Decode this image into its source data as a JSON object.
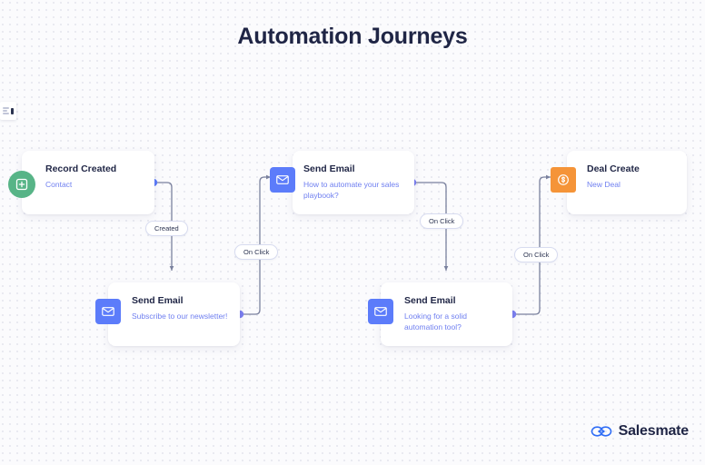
{
  "page": {
    "title": "Automation Journeys",
    "background": "#fbfbfd",
    "title_color": "#1f2545"
  },
  "minipanel": {
    "name": "collapsed-panel",
    "handle_color": "#2b3350"
  },
  "colors": {
    "accent_blue": "#5c7cfa",
    "subtitle_blue": "#6f7ff0",
    "green": "#57b487",
    "orange": "#f59438",
    "wire": "#7a819e",
    "node_dot": "#7b7ff0",
    "pill_border": "#d8dcf0"
  },
  "nodes": [
    {
      "id": "record-created",
      "title": "Record Created",
      "subtitle": "Contact",
      "icon": "record-add-icon",
      "icon_style": "green"
    },
    {
      "id": "send-email-top-middle",
      "title": "Send Email",
      "subtitle": "How to automate your sales playbook?",
      "icon": "envelope-icon",
      "icon_style": "blue"
    },
    {
      "id": "deal-create",
      "title": "Deal Create",
      "subtitle": "New Deal",
      "icon": "dollar-circle-icon",
      "icon_style": "orange"
    },
    {
      "id": "send-email-bottom-left",
      "title": "Send Email",
      "subtitle": "Subscribe to our newsletter!",
      "icon": "envelope-icon",
      "icon_style": "blue"
    },
    {
      "id": "send-email-bottom-middle",
      "title": "Send Email",
      "subtitle": "Looking for a solid automation tool?",
      "icon": "envelope-icon",
      "icon_style": "blue"
    }
  ],
  "connectors": [
    {
      "id": "created",
      "label": "Created"
    },
    {
      "id": "on-click-1",
      "label": "On Click"
    },
    {
      "id": "on-click-2",
      "label": "On Click"
    },
    {
      "id": "on-click-3",
      "label": "On Click"
    }
  ],
  "footer": {
    "brand": "Salesmate",
    "logo_icon": "salesmate-link-icon"
  }
}
